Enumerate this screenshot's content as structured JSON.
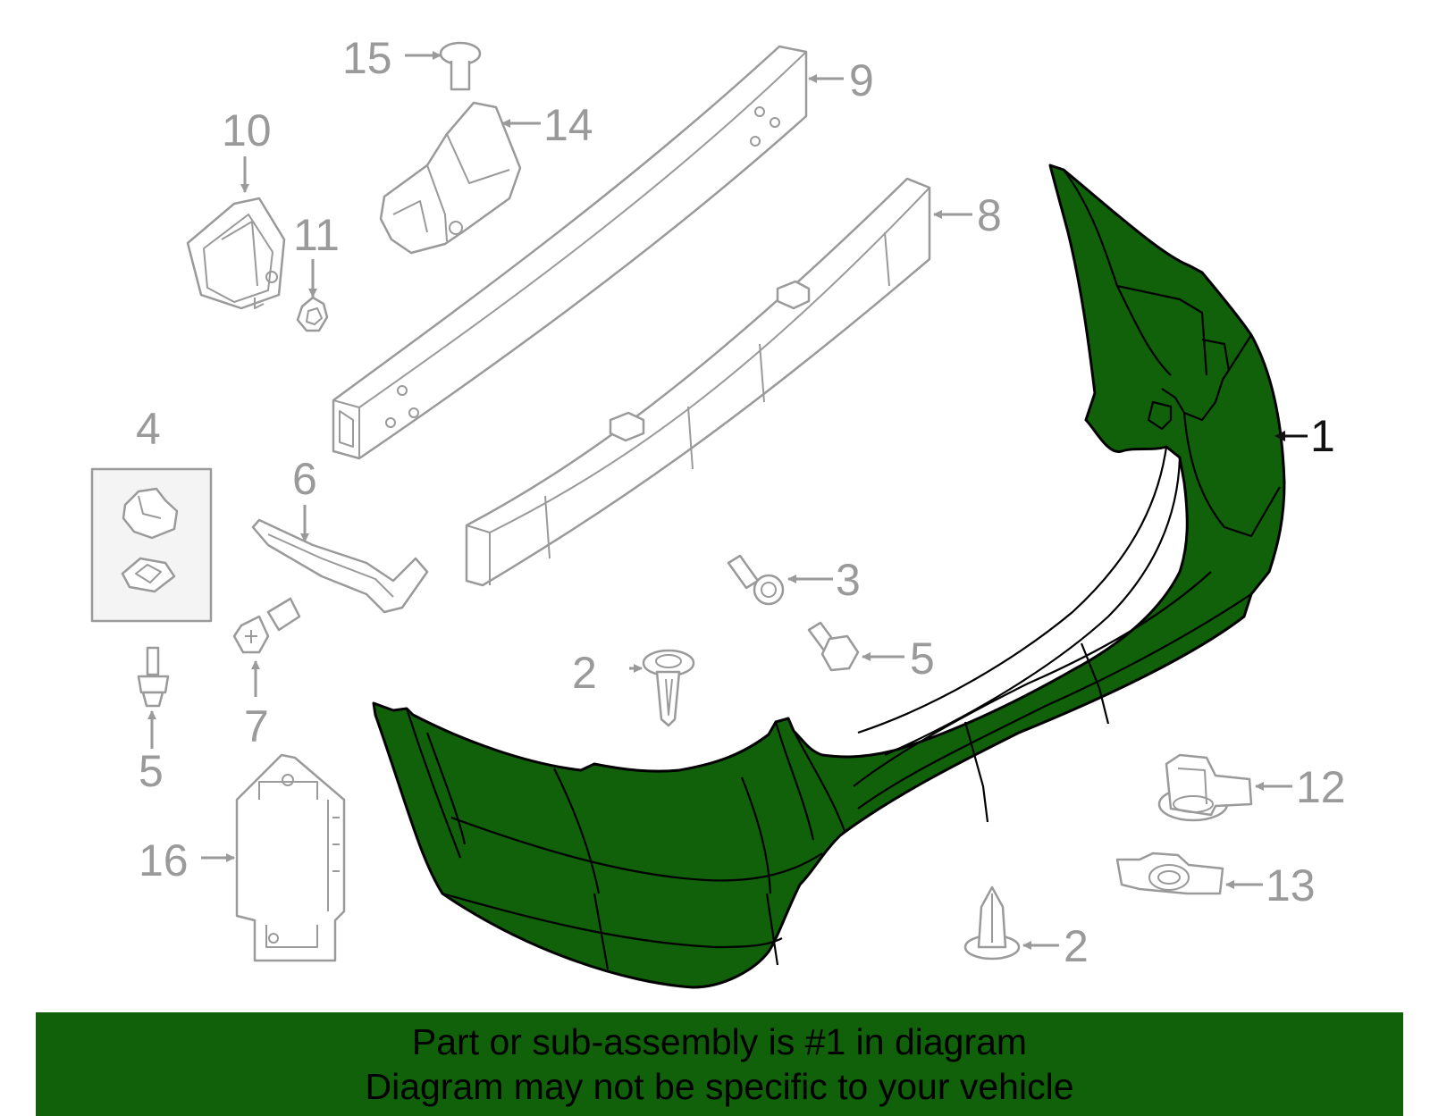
{
  "callouts": {
    "c1": "1",
    "c2a": "2",
    "c2b": "2",
    "c3": "3",
    "c4": "4",
    "c5a": "5",
    "c5b": "5",
    "c6": "6",
    "c7": "7",
    "c8": "8",
    "c9": "9",
    "c10": "10",
    "c11": "11",
    "c12": "12",
    "c13": "13",
    "c14": "14",
    "c15": "15",
    "c16": "16"
  },
  "highlight": {
    "part_number": "1",
    "color": "#11600a"
  },
  "banner": {
    "line1": "Part or sub-assembly is #1 in diagram",
    "line2": "Diagram may not be specific to your vehicle"
  },
  "colors": {
    "line_art": "#9a9a9a",
    "highlight": "#11600a",
    "background": "#ffffff"
  }
}
